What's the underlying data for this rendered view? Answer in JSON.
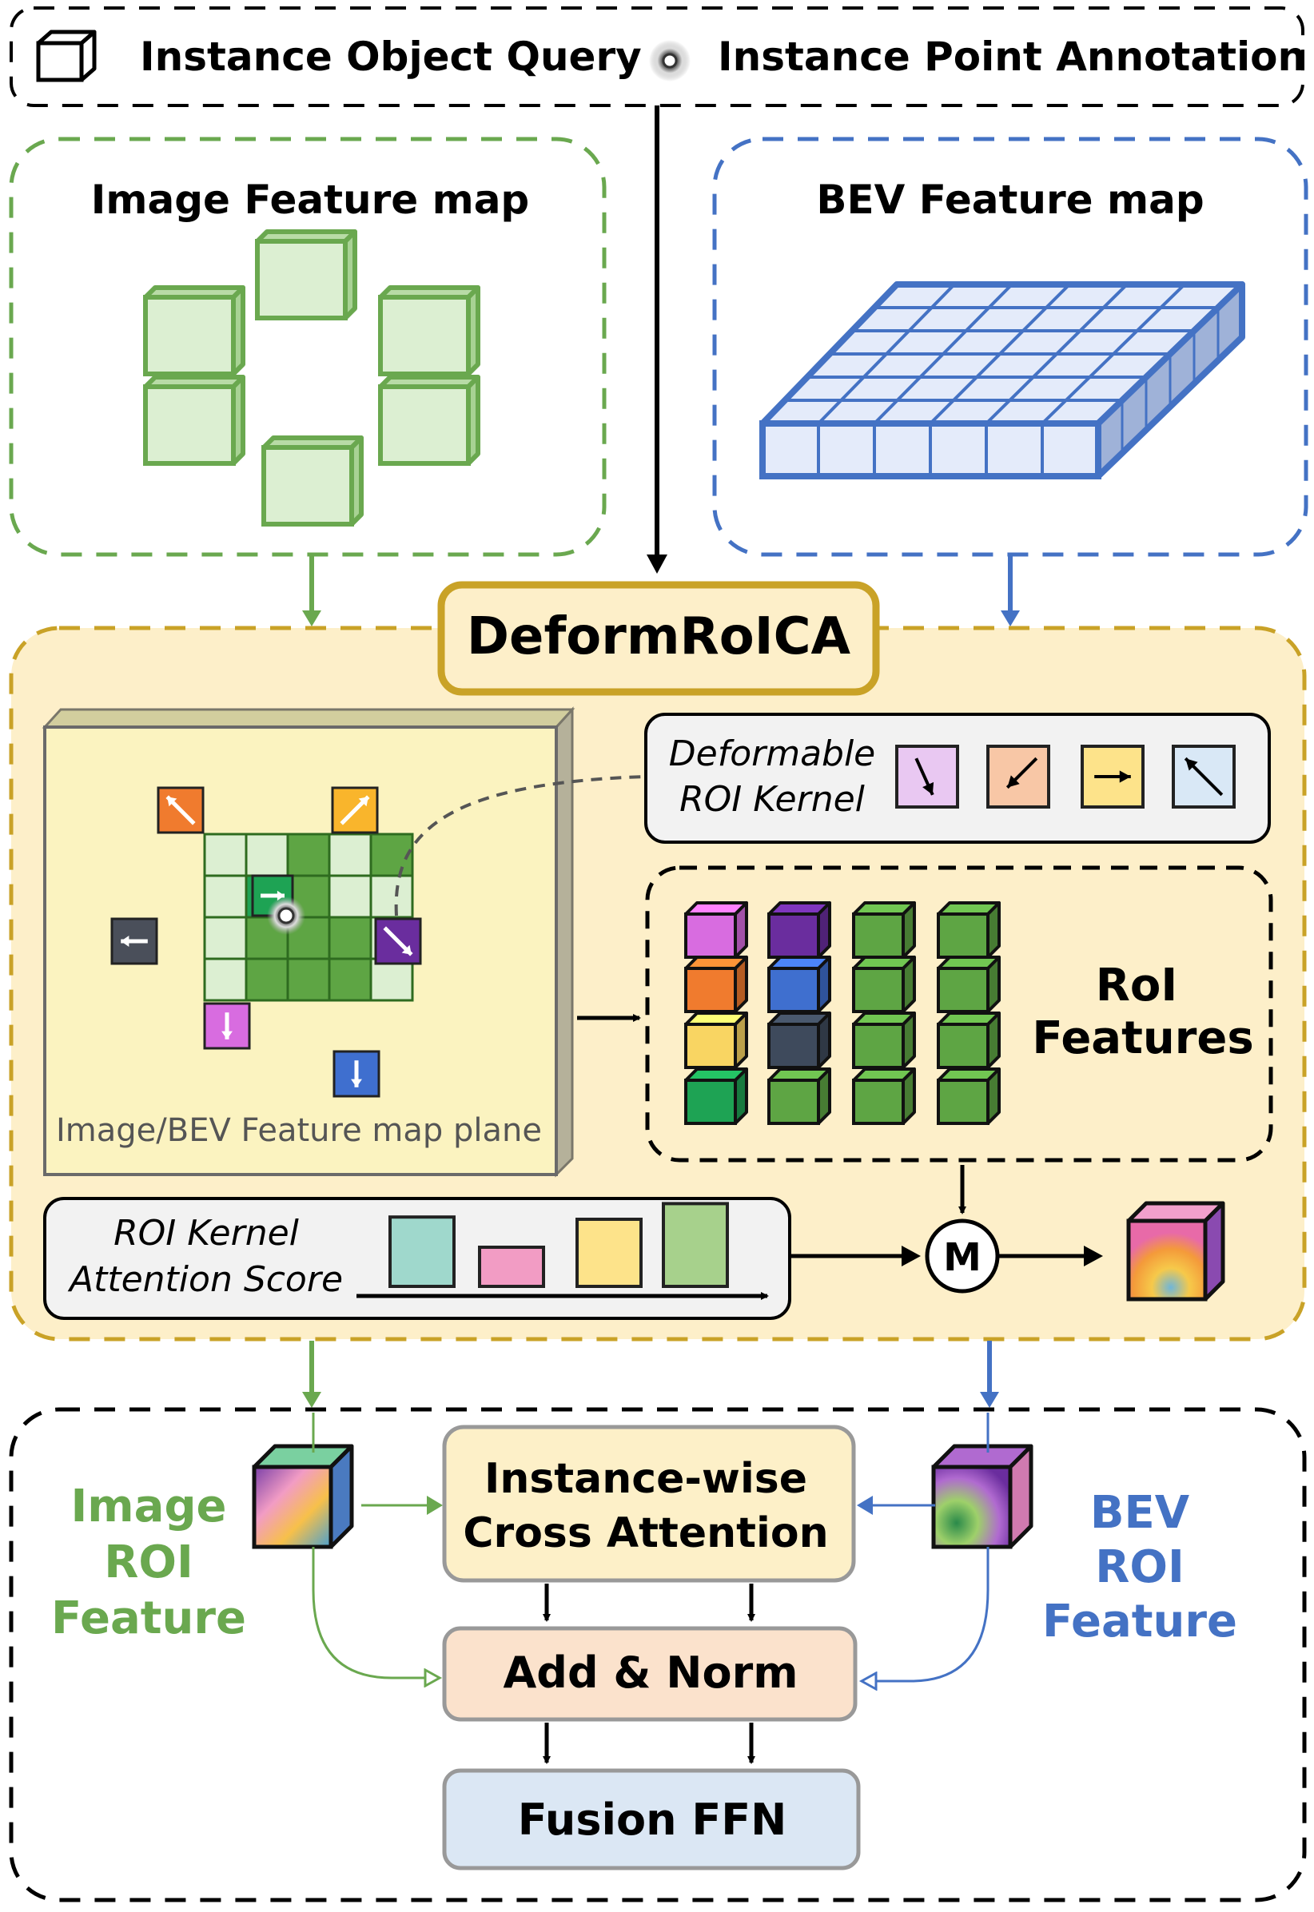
{
  "legend": {
    "query_label": "Instance Object Query",
    "point_label": "Instance Point Annotation"
  },
  "image_map": {
    "title": "Image Feature map"
  },
  "bev_map": {
    "title": "BEV Feature map"
  },
  "module": {
    "title": "DeformRoICA",
    "plane_label": "Image/BEV Feature map plane",
    "kernel_line1": "Deformable",
    "kernel_line2": "ROI Kernel",
    "roi_line1": "RoI",
    "roi_line2": "Features",
    "score_line1": "ROI Kernel",
    "score_line2": "Attention Score",
    "merge_symbol": "M"
  },
  "fusion": {
    "image_roi": [
      "Image",
      "ROI",
      "Feature"
    ],
    "bev_roi": [
      "BEV",
      "ROI",
      "Feature"
    ],
    "cross_attn_line1": "Instance-wise",
    "cross_attn_line2": "Cross Attention",
    "add_norm": "Add & Norm",
    "ffn": "Fusion FFN"
  },
  "colors": {
    "green": "#6aa84f",
    "blue": "#4472c4",
    "gold": "#c9a227",
    "module_bg": "#fdefc9",
    "plane_bg": "#fbf3c0",
    "cross_bg": "#fdf0c8",
    "addnorm_bg": "#fbe2cc",
    "ffn_bg": "#dbe7f4"
  },
  "score_bars": [
    {
      "value": 0.62,
      "color": "#9fd8cc"
    },
    {
      "value": 0.35,
      "color": "#f29cc4"
    },
    {
      "value": 0.6,
      "color": "#fde38a"
    },
    {
      "value": 0.74,
      "color": "#a7d18c"
    }
  ],
  "roi_cubes": [
    "#d86ce0",
    "#6a2d9e",
    "#5ea544",
    "#5ea544",
    "#f07b2e",
    "#3f6fcf",
    "#5ea544",
    "#5ea544",
    "#f9d562",
    "#3e4a5c",
    "#5ea544",
    "#5ea544",
    "#1ea354",
    "#5ea544",
    "#5ea544",
    "#5ea544"
  ],
  "kernel_icons": [
    {
      "bg": "#e9c8f2",
      "dir": "down-right"
    },
    {
      "bg": "#f8c7a6",
      "dir": "down-left"
    },
    {
      "bg": "#fde38a",
      "dir": "right"
    },
    {
      "bg": "#d9e8f6",
      "dir": "up-left"
    }
  ]
}
